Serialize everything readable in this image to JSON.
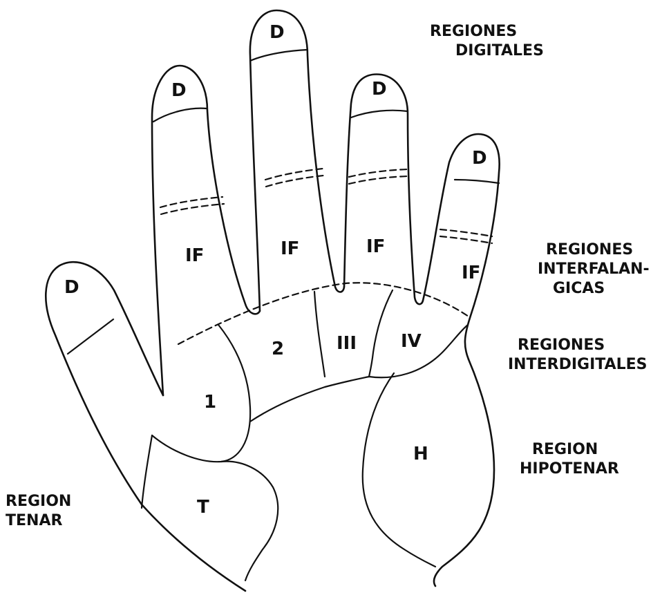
{
  "labels": {
    "d": "D",
    "if": "IF",
    "interdigital": [
      "1",
      "2",
      "III",
      "IV"
    ],
    "thenar": "T",
    "hypothenar": "H"
  },
  "captions": {
    "digitales": [
      "REGIONES",
      "DIGITALES"
    ],
    "interfalangicas": [
      "REGIONES",
      "INTERFALAN-",
      "GICAS"
    ],
    "interdigitales": [
      "REGIONES",
      "INTERDIGITALES"
    ],
    "hipotenar": [
      "REGION",
      "HIPOTENAR"
    ],
    "tenar": [
      "REGION",
      "TENAR"
    ]
  },
  "colors": {
    "ink": "#111111",
    "paper": "#ffffff"
  }
}
